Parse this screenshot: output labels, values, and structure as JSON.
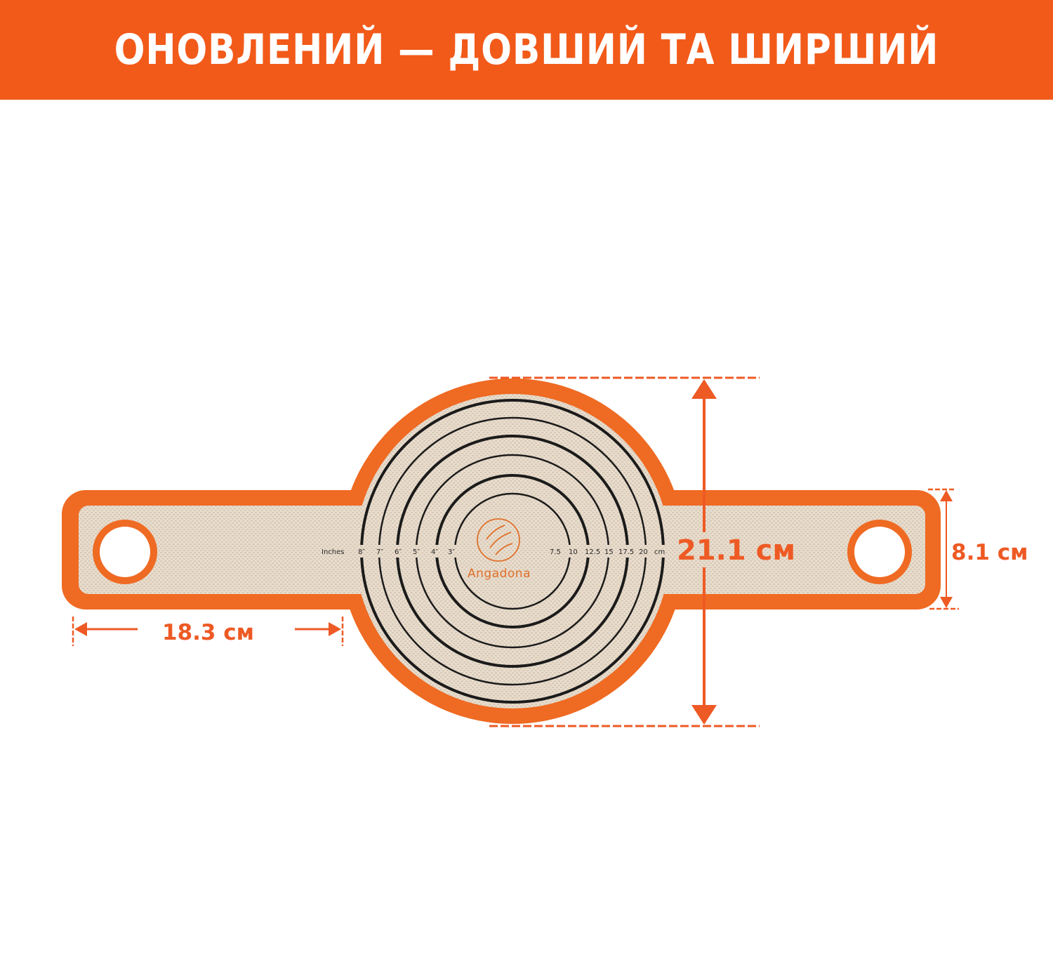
{
  "banner": {
    "title": "ОНОВЛЕНИЙ — ДОВШИЙ ТА ШИРШИЙ",
    "background": "#f25a1a"
  },
  "product": {
    "brand": "Angadona",
    "colors": {
      "border": "#ef6a22",
      "mat": "#e9ddcf",
      "rings": "#1a1a1a"
    },
    "ruler": {
      "inches_label": "Inches",
      "inches": [
        "8″",
        "7″",
        "6″",
        "5″",
        "4″",
        "3″"
      ],
      "cm": [
        "7.5",
        "10",
        "12.5",
        "15",
        "17.5",
        "20"
      ],
      "cm_label": "cm"
    }
  },
  "dimensions": {
    "diameter": "21.1 см",
    "handle_width": "8.1 см",
    "handle_length": "18.3 см",
    "color": "#ee5a24"
  }
}
